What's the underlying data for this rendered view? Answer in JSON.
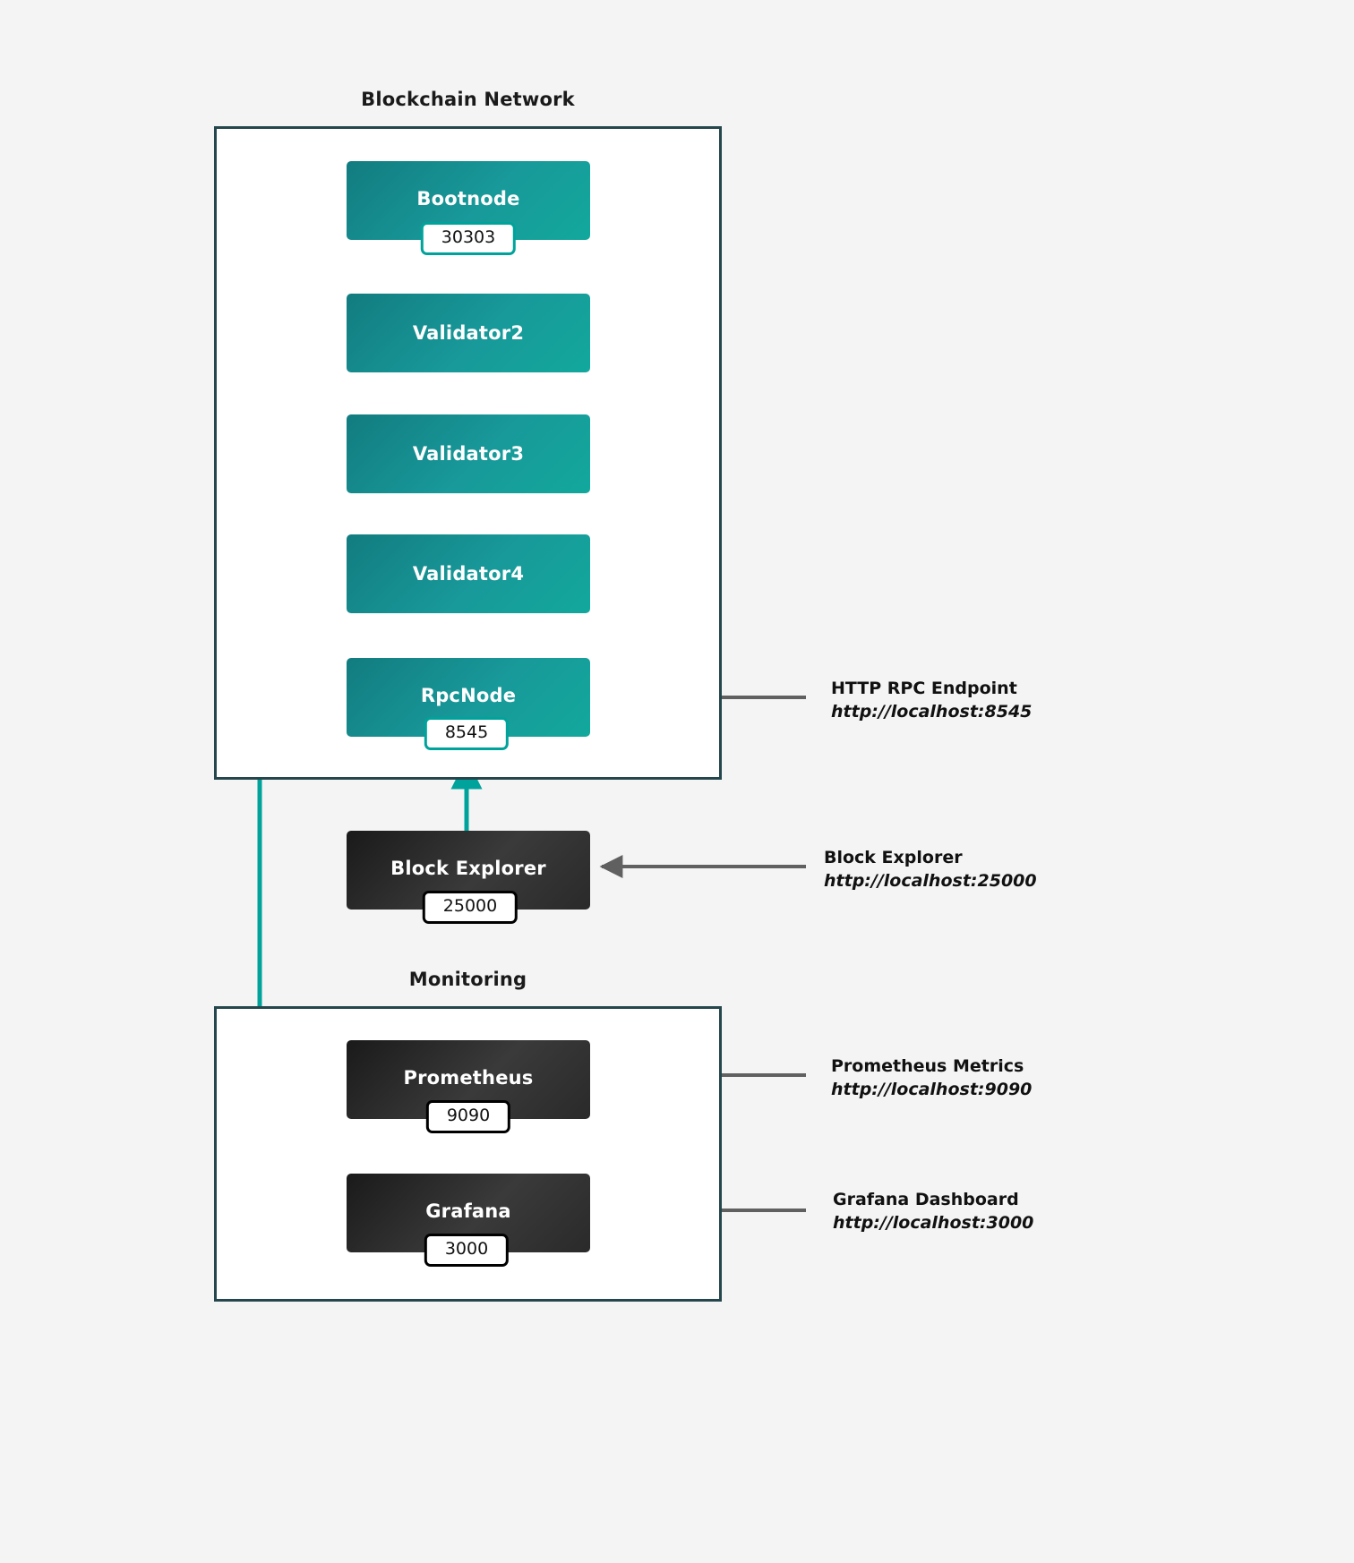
{
  "groups": [
    {
      "name": "blockchain-network",
      "title": "Blockchain Network"
    },
    {
      "name": "monitoring",
      "title": "Monitoring"
    }
  ],
  "nodes": [
    {
      "id": "bootnode",
      "label": "Bootnode",
      "port": "30303",
      "style": "teal"
    },
    {
      "id": "validator2",
      "label": "Validator2",
      "port": "",
      "style": "teal"
    },
    {
      "id": "validator3",
      "label": "Validator3",
      "port": "",
      "style": "teal"
    },
    {
      "id": "validator4",
      "label": "Validator4",
      "port": "",
      "style": "teal"
    },
    {
      "id": "rpcnode",
      "label": "RpcNode",
      "port": "8545",
      "style": "teal"
    },
    {
      "id": "block-explorer",
      "label": "Block Explorer",
      "port": "25000",
      "style": "dark"
    },
    {
      "id": "prometheus",
      "label": "Prometheus",
      "port": "9090",
      "style": "dark"
    },
    {
      "id": "grafana",
      "label": "Grafana",
      "port": "3000",
      "style": "dark"
    }
  ],
  "annotations": [
    {
      "id": "rpc-endpoint",
      "title": "HTTP RPC Endpoint",
      "url": "http://localhost:8545"
    },
    {
      "id": "block-explorer-url",
      "title": "Block Explorer",
      "url": "http://localhost:25000"
    },
    {
      "id": "prometheus-metrics",
      "title": "Prometheus Metrics",
      "url": "http://localhost:9090"
    },
    {
      "id": "grafana-dashboard",
      "title": "Grafana Dashboard",
      "url": "http://localhost:3000"
    }
  ],
  "colors": {
    "background": "#f4f4f4",
    "group_border": "#24464c",
    "node_teal": "#159a97",
    "node_dark": "#2a2a2a",
    "connector_teal": "#00a39b",
    "p2p_dashed": "#555555",
    "annotation_arrow": "#606060"
  }
}
